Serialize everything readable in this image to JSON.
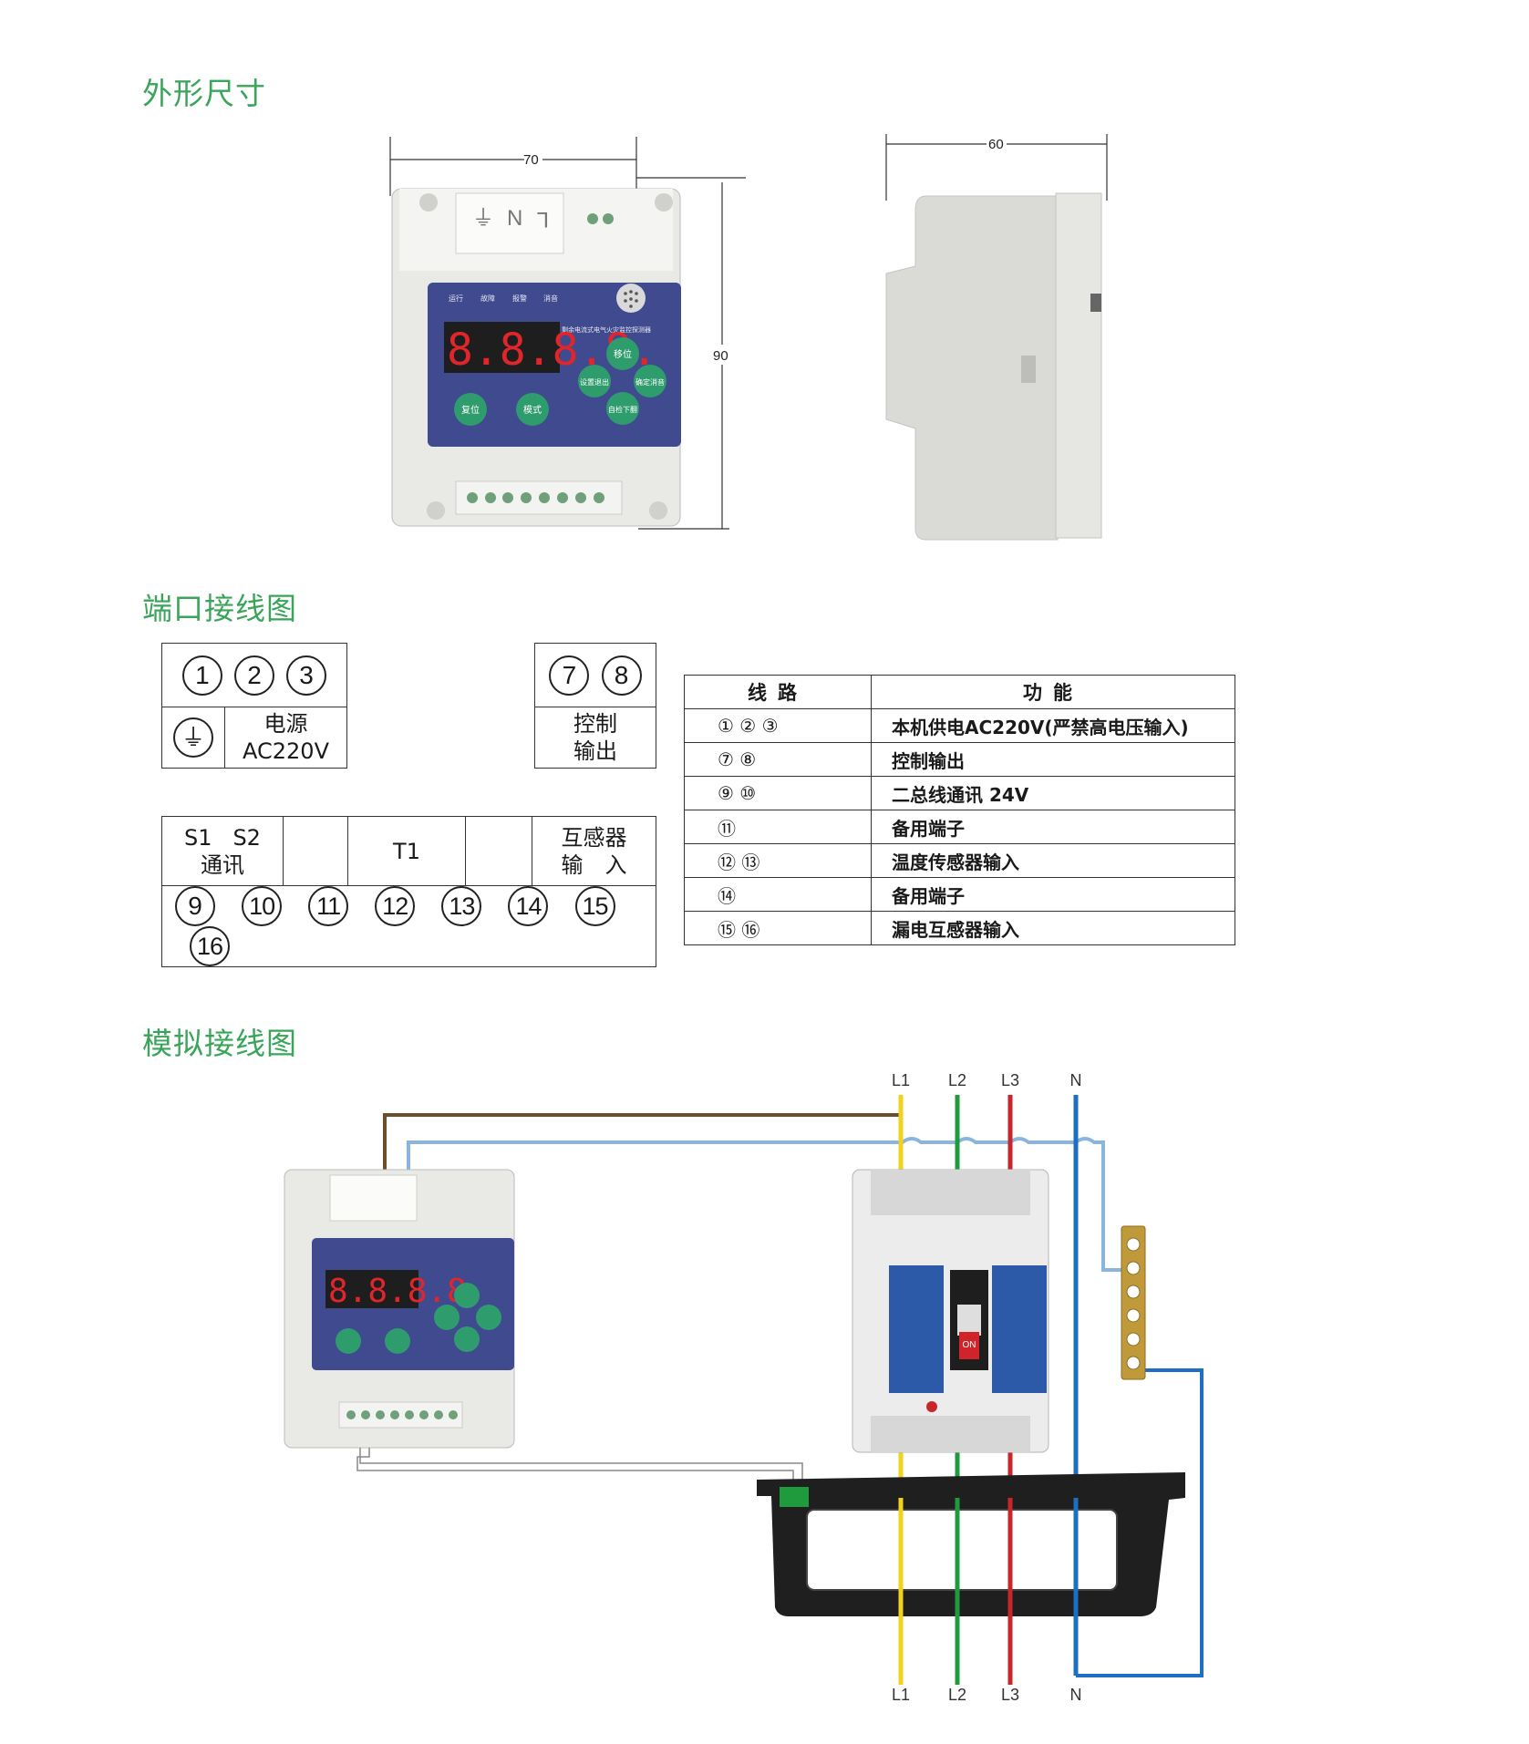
{
  "sections": {
    "dimensions_title": "外形尺寸",
    "ports_title": "端口接线图",
    "wiring_title": "模拟接线图"
  },
  "dimensions": {
    "width": "70",
    "height": "90",
    "depth": "60"
  },
  "device": {
    "terminal_top_labels": [
      "⏚",
      "N",
      "L"
    ],
    "display_digits": "8.8.8.8.",
    "indicators": [
      "运行",
      "故障",
      "报警",
      "消音"
    ],
    "buttons": [
      "复位",
      "模式",
      "移位",
      "设置退出",
      "确定消音",
      "自检下翻"
    ],
    "model_text": "剩余电流式电气火灾监控探测器"
  },
  "port_diagram": {
    "power_block": {
      "terminals": [
        "1",
        "2",
        "3"
      ],
      "label": "电源",
      "voltage": "AC220V"
    },
    "control_block": {
      "terminals": [
        "7",
        "8"
      ],
      "label_line1": "控制",
      "label_line2": "输出"
    },
    "bottom_block": {
      "headers": {
        "comm_line1": "S1   S2",
        "comm_line2": "通讯",
        "temp": "T1",
        "ct_line1": "互感器",
        "ct_line2": "输　入"
      },
      "terminals": [
        "9",
        "10",
        "11",
        "12",
        "13",
        "14",
        "15",
        "16"
      ]
    }
  },
  "function_table": {
    "headers": [
      "线路",
      "功能"
    ],
    "rows": [
      {
        "route": "①   ②   ③",
        "function": "本机供电AC220V(严禁高电压输入)"
      },
      {
        "route": "⑦   ⑧",
        "function": "控制输出"
      },
      {
        "route": "⑨   ⑩",
        "function": "二总线通讯 24V"
      },
      {
        "route": "⑪",
        "function": "备用端子"
      },
      {
        "route": "⑫   ⑬",
        "function": "温度传感器输入"
      },
      {
        "route": "⑭",
        "function": "备用端子"
      },
      {
        "route": "⑮   ⑯",
        "function": "漏电互感器输入"
      }
    ]
  },
  "wiring": {
    "phase_labels_top": [
      "L1",
      "L2",
      "L3",
      "N"
    ],
    "phase_labels_bottom": [
      "L1",
      "L2",
      "L3",
      "N"
    ],
    "colors": {
      "L1": "#f2d21c",
      "L2": "#1f9a3c",
      "L3": "#c8262a",
      "N": "#1e6fc2",
      "brown": "#6b4f2a",
      "lightblue": "#8ab6de"
    },
    "breaker_on": "ON"
  }
}
